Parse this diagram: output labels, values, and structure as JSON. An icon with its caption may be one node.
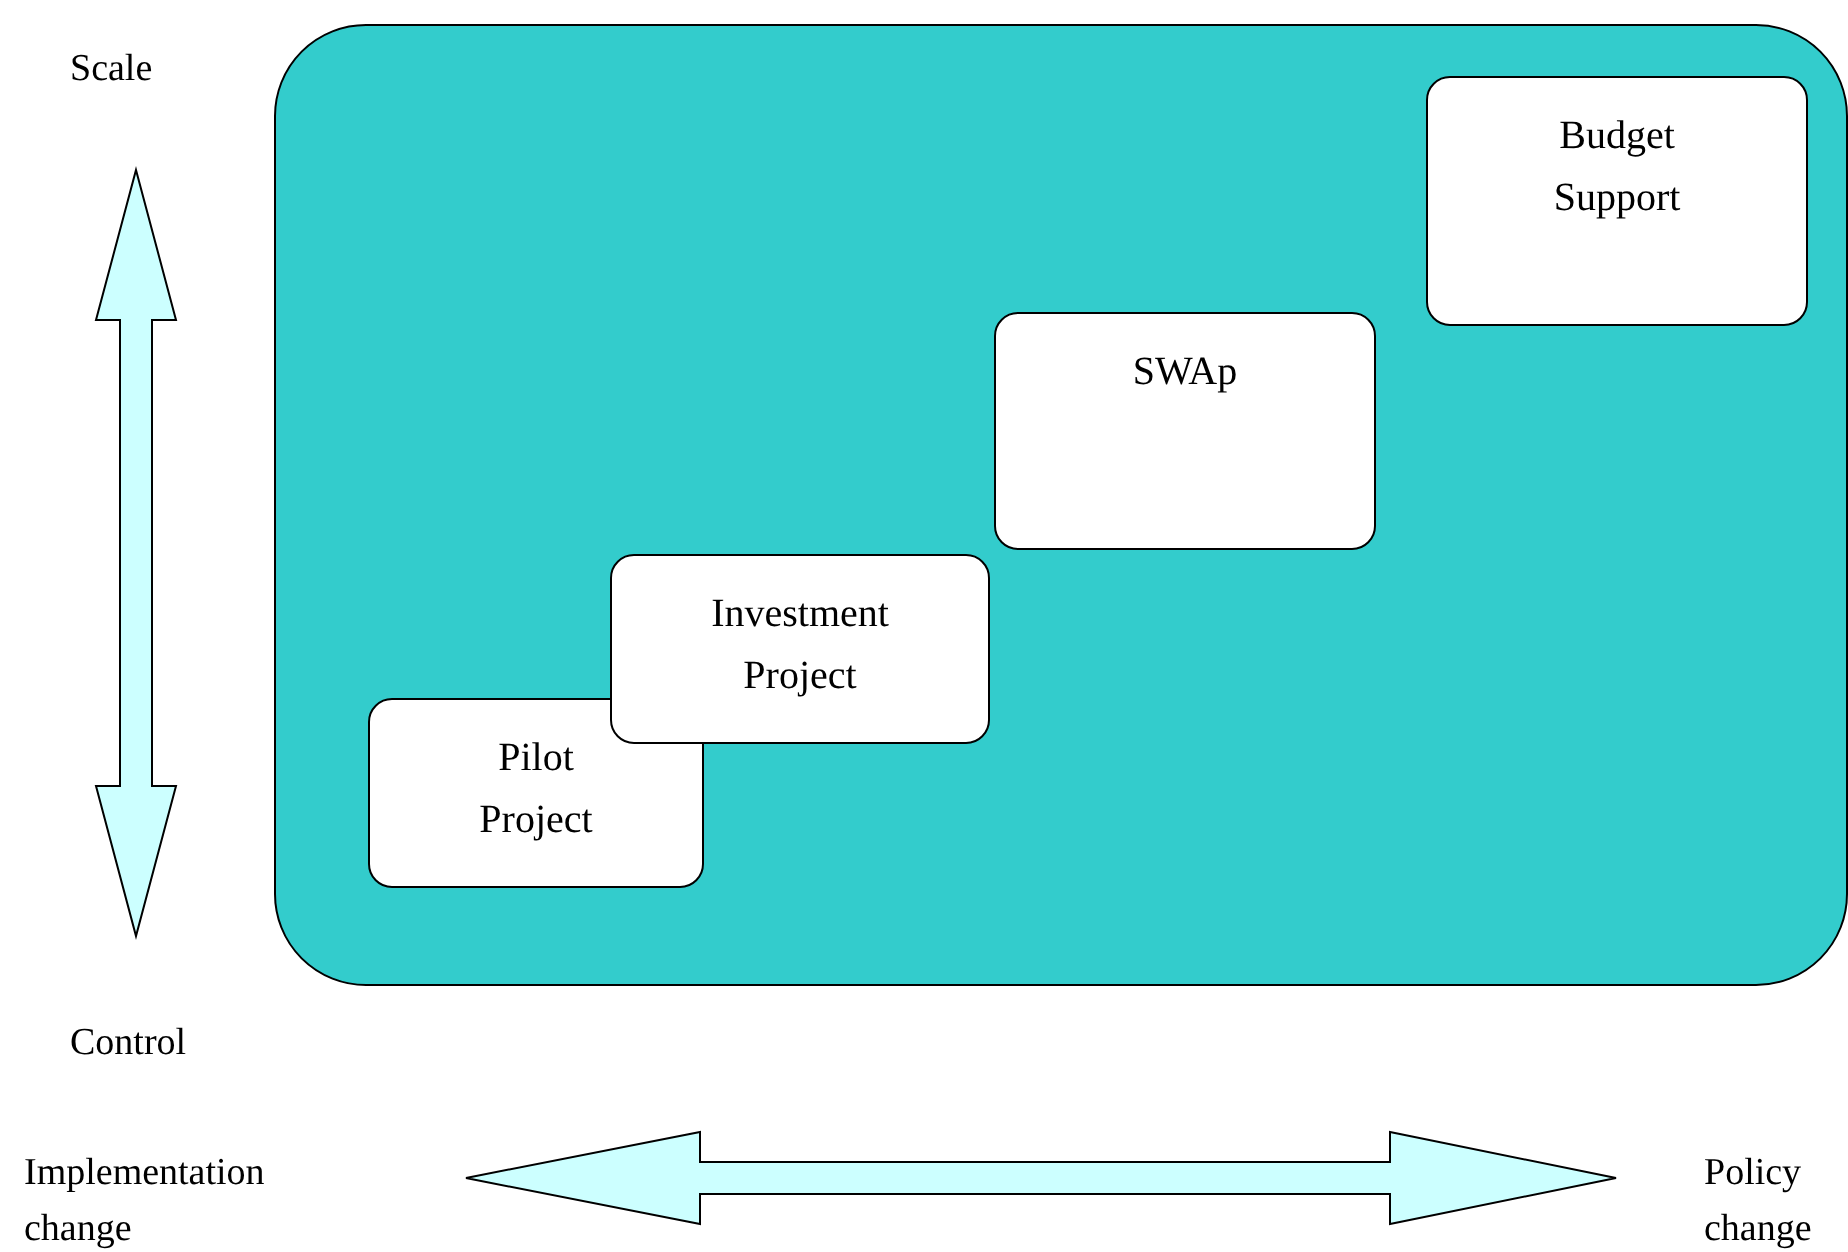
{
  "diagram": {
    "nodes": [
      {
        "text": [],
        "shape": "box"
      },
      {
        "text": [
          "Pilot Project"
        ],
        "in": 0
      },
      {
        "text": [
          "Investment Project"
        ],
        "in": 0
      },
      {
        "text": [
          "SWAp"
        ],
        "in": 0
      },
      {
        "text": [
          "Budget Support"
        ],
        "in": 0
      }
    ],
    "edges": [],
    "labels": [
      "Scale",
      "Control",
      "Implementation change",
      "Policy change"
    ]
  }
}
